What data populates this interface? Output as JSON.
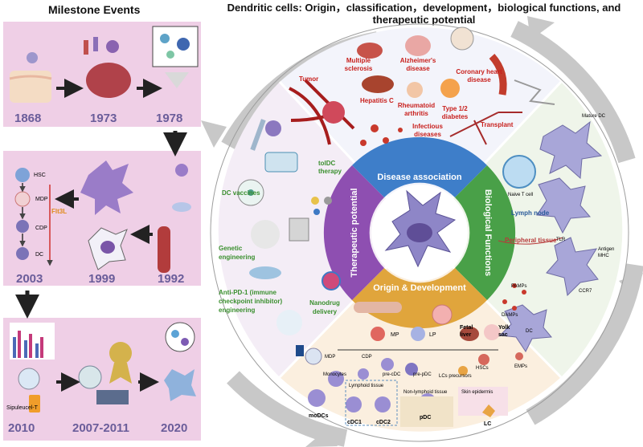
{
  "titles": {
    "milestone": "Milestone Events",
    "main_line1": "Dendritic cells: Origin，classification，development，biological functions, and",
    "main_line2": "therapeutic potential"
  },
  "years": [
    "1868",
    "1973",
    "1978",
    "2003",
    "1999",
    "1992",
    "2010",
    "2007-2011",
    "2020"
  ],
  "milestone_labels": {
    "hsc": "HSC",
    "mdp": "MDP",
    "cdp": "CDP",
    "dc": "DC",
    "flt3l": "Flt3L",
    "sipuleucel": "Sipuleucel-T"
  },
  "quadrants": {
    "top": "Disease association",
    "right": "Biological Functions",
    "bottom": "Origin & Development",
    "left": "Therapeutic potential"
  },
  "diseases": {
    "tumor": "Tumor",
    "ms": "Multiple sclerosis",
    "alz": "Alzheimer's disease",
    "chd": "Coronary heart disease",
    "hepc": "Hepatitis C",
    "ra": "Rheumatoid arthritis",
    "diabetes": "Type 1/2 diabetes",
    "transplant": "Transplant",
    "infectious": "Infectious diseases"
  },
  "therapy": {
    "toldc": "tolDC therapy",
    "dcvacc": "DC vaccines",
    "genetic": "Genetic engineering",
    "antipd1": "Anti-PD-1 (immune checkpoint inhibitor) engineering",
    "nanodrug": "Nanodrug delivery"
  },
  "biofunc": {
    "mature": "Mature DC",
    "naive": "Naive T cell",
    "lymph": "Lymph node",
    "peripheral": "Peripheral tissue",
    "tlr": "TLR",
    "antigen": "Antigen",
    "mhc": "MHC",
    "pamps": "PAMPs",
    "damps": "DAMPs",
    "ccr7": "CCR7",
    "dc": "DC"
  },
  "origin": {
    "mp": "MP",
    "lp": "LP",
    "fetal": "Fetal liver",
    "yolk": "Yolk sac",
    "mdp": "MDP",
    "cdc_prog": "CDP",
    "monocytes": "Monocytes",
    "precdc": "pre-cDC",
    "prepdc": "pre-pDC",
    "lcprec": "LCs precursors",
    "hscs": "HSCs",
    "emps": "EMPs",
    "lymphoid": "Lymphoid tissue",
    "nonlymphoid": "Non-lymphoid tissue",
    "skin": "Skin epidermis",
    "modcs": "moDCs",
    "cdc1": "cDC1",
    "cdc2": "cDC2",
    "pdc": "pDC",
    "lc": "LC"
  },
  "colors": {
    "top": "#3e7ec9",
    "right": "#49a048",
    "bottom": "#e0a53c",
    "left": "#8e4fb1",
    "disease_text": "#c8201d",
    "therapy_text": "#3a8f2e",
    "pink_panel": "#efcfe6",
    "year": "#6a5d9a"
  }
}
